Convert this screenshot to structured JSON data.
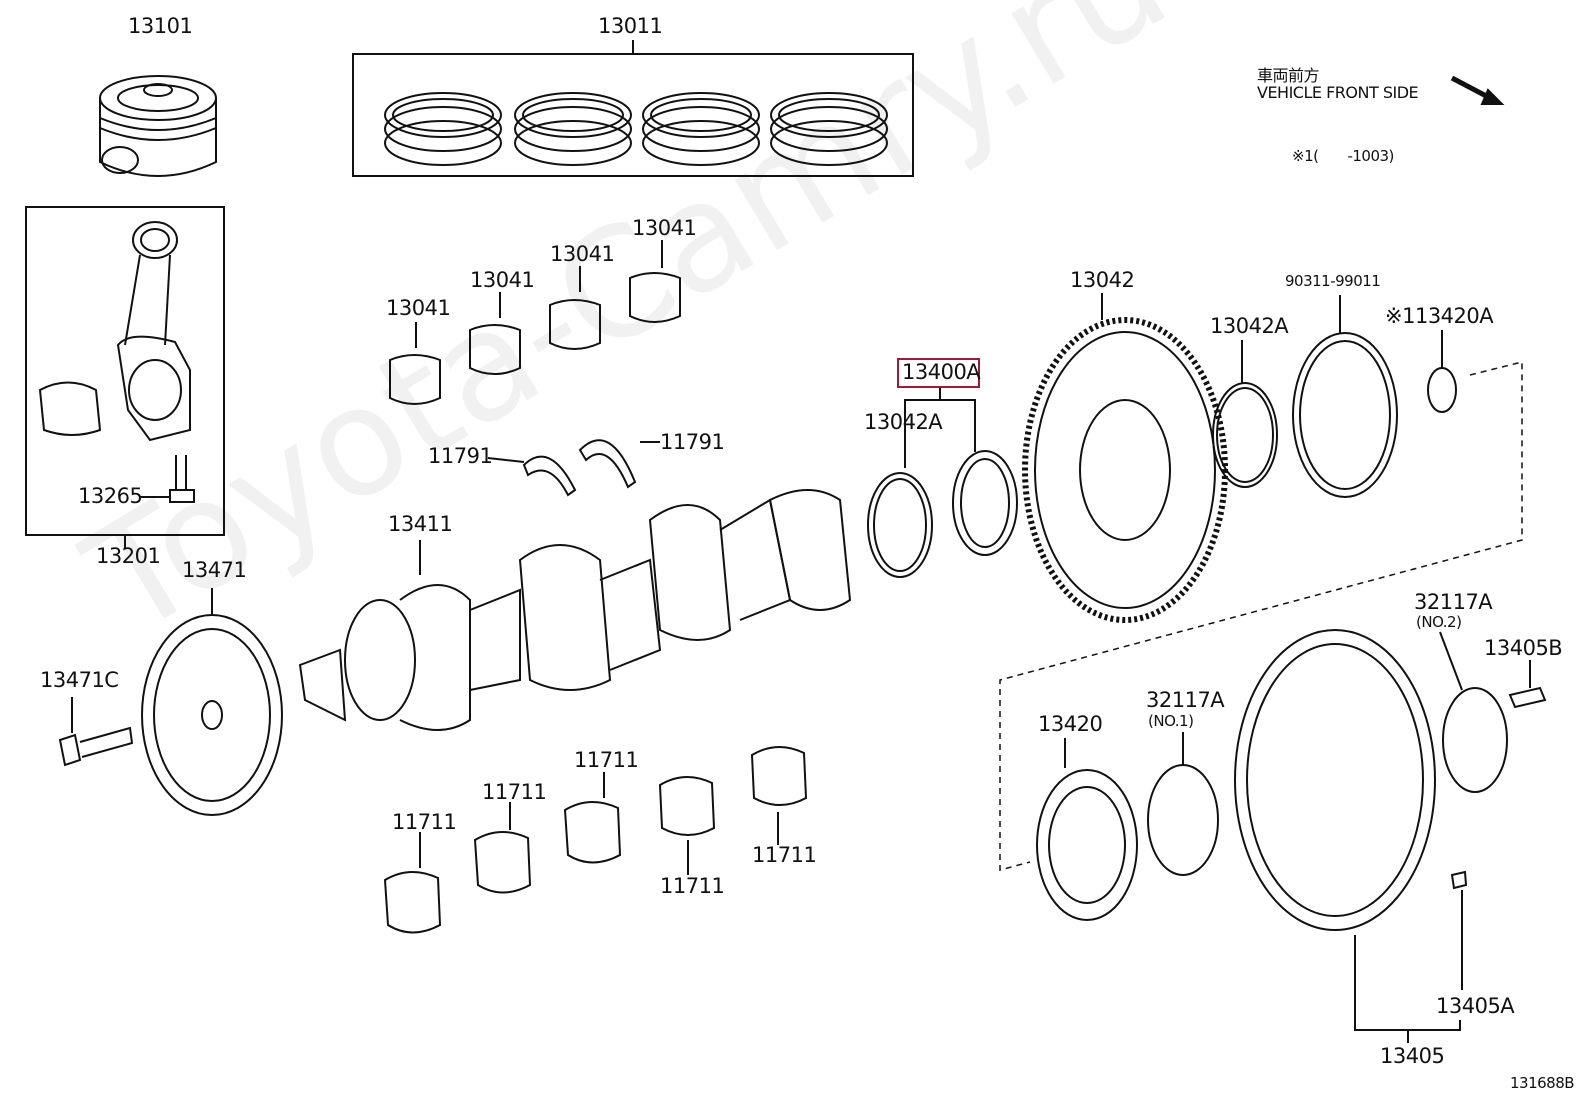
{
  "watermark": "Toyota-Camry.ru",
  "orientation": {
    "japanese": "車両前方",
    "english": "VEHICLE FRONT SIDE",
    "note": "※1(　　-1003)"
  },
  "diagram_code": "131688B",
  "highlighted": "13400A",
  "labels": {
    "p13101": "13101",
    "p13011": "13011",
    "p13201": "13201",
    "p13265": "13265",
    "p13041_a": "13041",
    "p13041_b": "13041",
    "p13041_c": "13041",
    "p13041_d": "13041",
    "p11791_a": "11791",
    "p11791_b": "11791",
    "p13400a": "13400A",
    "p13042a_l": "13042A",
    "p13042": "13042",
    "p13042a_r": "13042A",
    "p90311": "90311-99011",
    "p13420a": "※113420A",
    "p13411": "13411",
    "p13471": "13471",
    "p13471c": "13471C",
    "p11711_a": "11711",
    "p11711_b": "11711",
    "p11711_c": "11711",
    "p11711_d": "11711",
    "p11711_e": "11711",
    "p32117a_2": "32117A",
    "p32117a_2n": "(NO.2)",
    "p13405b": "13405B",
    "p13420": "13420",
    "p32117a_1": "32117A",
    "p32117a_1n": "(NO.1)",
    "p13405a": "13405A",
    "p13405": "13405"
  }
}
